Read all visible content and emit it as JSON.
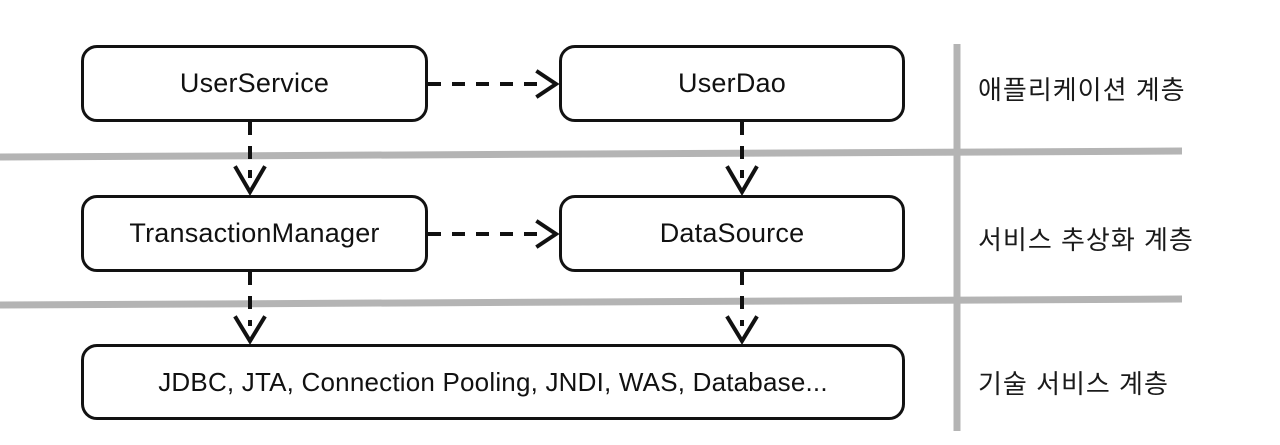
{
  "diagram": {
    "title": "Spring layered architecture diagram",
    "background_color": "#ffffff",
    "node_border_color": "#121212",
    "divider_color": "#b4b4b4",
    "arrow_color": "#111111",
    "nodes": [
      {
        "id": "user-service",
        "label": "UserService"
      },
      {
        "id": "user-dao",
        "label": "UserDao"
      },
      {
        "id": "transaction-manager",
        "label": "TransactionManager"
      },
      {
        "id": "data-source",
        "label": "DataSource"
      },
      {
        "id": "technical-services",
        "label": "JDBC, JTA, Connection Pooling, JNDI, WAS, Database..."
      }
    ],
    "layer_labels": [
      {
        "id": "application-layer",
        "label": "애플리케이션 계층"
      },
      {
        "id": "service-abstraction-layer",
        "label": "서비스 추상화 계층"
      },
      {
        "id": "technical-service-layer",
        "label": "기술 서비스 계층"
      }
    ],
    "connections": [
      {
        "id": "user-service-to-user-dao",
        "from": "UserService",
        "to": "UserDao",
        "style": "dashed",
        "direction": "horizontal"
      },
      {
        "id": "transaction-manager-to-data-source",
        "from": "TransactionManager",
        "to": "DataSource",
        "style": "dashed",
        "direction": "horizontal"
      },
      {
        "id": "user-service-to-transaction-manager",
        "from": "UserService",
        "to": "TransactionManager",
        "style": "dashed",
        "direction": "vertical"
      },
      {
        "id": "user-dao-to-data-source",
        "from": "UserDao",
        "to": "DataSource",
        "style": "dashed",
        "direction": "vertical"
      },
      {
        "id": "transaction-manager-to-technical-services",
        "from": "TransactionManager",
        "to": "JDBC, JTA, Connection Pooling, JNDI, WAS, Database...",
        "style": "dashed",
        "direction": "vertical"
      },
      {
        "id": "data-source-to-technical-services",
        "from": "DataSource",
        "to": "JDBC, JTA, Connection Pooling, JNDI, WAS, Database...",
        "style": "dashed",
        "direction": "vertical"
      }
    ]
  }
}
